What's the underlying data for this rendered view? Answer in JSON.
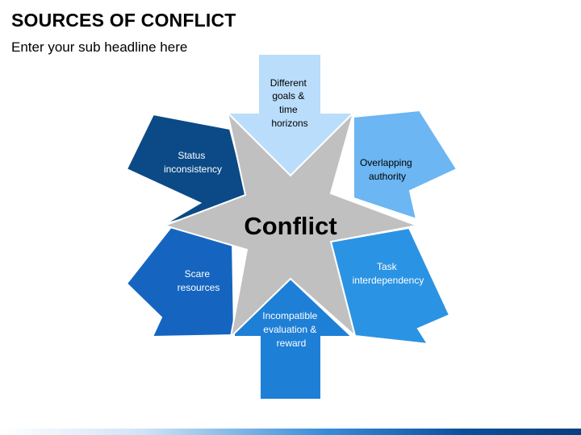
{
  "header": {
    "title": "SOURCES OF CONFLICT",
    "subtitle": "Enter your sub headline here"
  },
  "diagram": {
    "center_label": "Conflict",
    "colors": {
      "star_fill": "#c0c0c0",
      "star_stroke": "#ffffff",
      "center_text": "#000000"
    },
    "arrows": [
      {
        "id": "goals",
        "lines": [
          "Different",
          "goals &",
          "time",
          "horizons"
        ],
        "fill": "#b9ddfb",
        "text_color": "#000000"
      },
      {
        "id": "authority",
        "lines": [
          "Overlapping",
          "authority"
        ],
        "fill": "#6bb6f3",
        "text_color": "#000000"
      },
      {
        "id": "task",
        "lines": [
          "Task",
          "interdependency"
        ],
        "fill": "#2b93e3",
        "text_color": "#ffffff"
      },
      {
        "id": "evaluation",
        "lines": [
          "Incompatible",
          "evaluation &",
          "reward"
        ],
        "fill": "#1e7fd6",
        "text_color": "#ffffff"
      },
      {
        "id": "resources",
        "lines": [
          "Scare",
          "resources"
        ],
        "fill": "#1565c0",
        "text_color": "#ffffff"
      },
      {
        "id": "status",
        "lines": [
          "Status",
          "inconsistency"
        ],
        "fill": "#0b4a86",
        "text_color": "#ffffff"
      }
    ]
  }
}
